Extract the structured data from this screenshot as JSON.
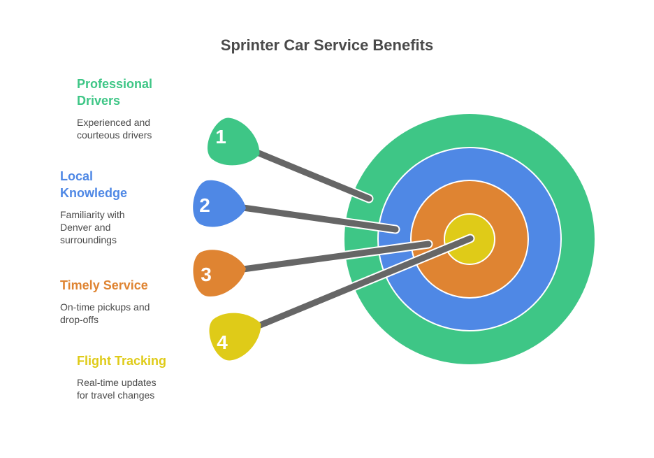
{
  "title": "Sprinter Car Service Benefits",
  "colors": {
    "green": "#3ec686",
    "blue": "#4f88e5",
    "orange": "#df8432",
    "yellow": "#dfcb18",
    "shaft": "#666666",
    "title": "#4a4a4a"
  },
  "target_rings": [
    "green",
    "blue",
    "orange",
    "yellow"
  ],
  "items": [
    {
      "number": "1",
      "heading": "Professional Drivers",
      "heading_lines": [
        "Professional",
        "Drivers"
      ],
      "description_lines": [
        "Experienced and",
        "courteous drivers"
      ],
      "color": "#3ec686"
    },
    {
      "number": "2",
      "heading": "Local Knowledge",
      "heading_lines": [
        "Local",
        "Knowledge"
      ],
      "description_lines": [
        "Familiarity with",
        "Denver and",
        "surroundings"
      ],
      "color": "#4f88e5"
    },
    {
      "number": "3",
      "heading": "Timely Service",
      "heading_lines": [
        "Timely Service"
      ],
      "description_lines": [
        "On-time pickups and",
        "drop-offs"
      ],
      "color": "#df8432"
    },
    {
      "number": "4",
      "heading": "Flight Tracking",
      "heading_lines": [
        "Flight Tracking"
      ],
      "description_lines": [
        "Real-time updates",
        "for travel changes"
      ],
      "color": "#dfcb18"
    }
  ]
}
